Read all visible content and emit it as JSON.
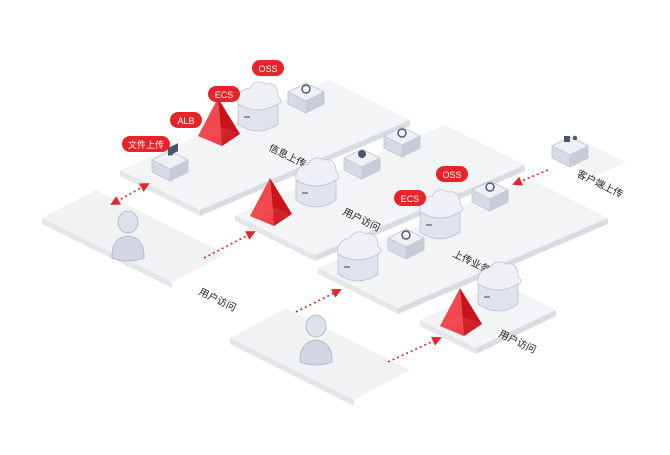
{
  "diagram": {
    "title": "",
    "badges": {
      "file_upload": "文件上传",
      "alb": "ALB",
      "ecs_top": "ECS",
      "oss_top": "OSS",
      "ecs_right": "ECS",
      "oss_right": "OSS"
    },
    "platform_labels": {
      "upload_panel": "信息上传",
      "user_access_mid": "用户访问",
      "upload_business": "上传业务",
      "user_access_bottom": "用户访问",
      "client_upload": "客户端上传",
      "user_access_left": "用户访问"
    },
    "colors": {
      "accent_red": "#e8232a",
      "platform": "#f1f2f4",
      "device": "#e3e6ee",
      "dark_icon": "#4b5573"
    },
    "icons": [
      "user-figure-icon",
      "pyramid-icon",
      "server-cloud-icon",
      "document-box-icon",
      "cloud-box-icon",
      "people-box-icon"
    ]
  }
}
